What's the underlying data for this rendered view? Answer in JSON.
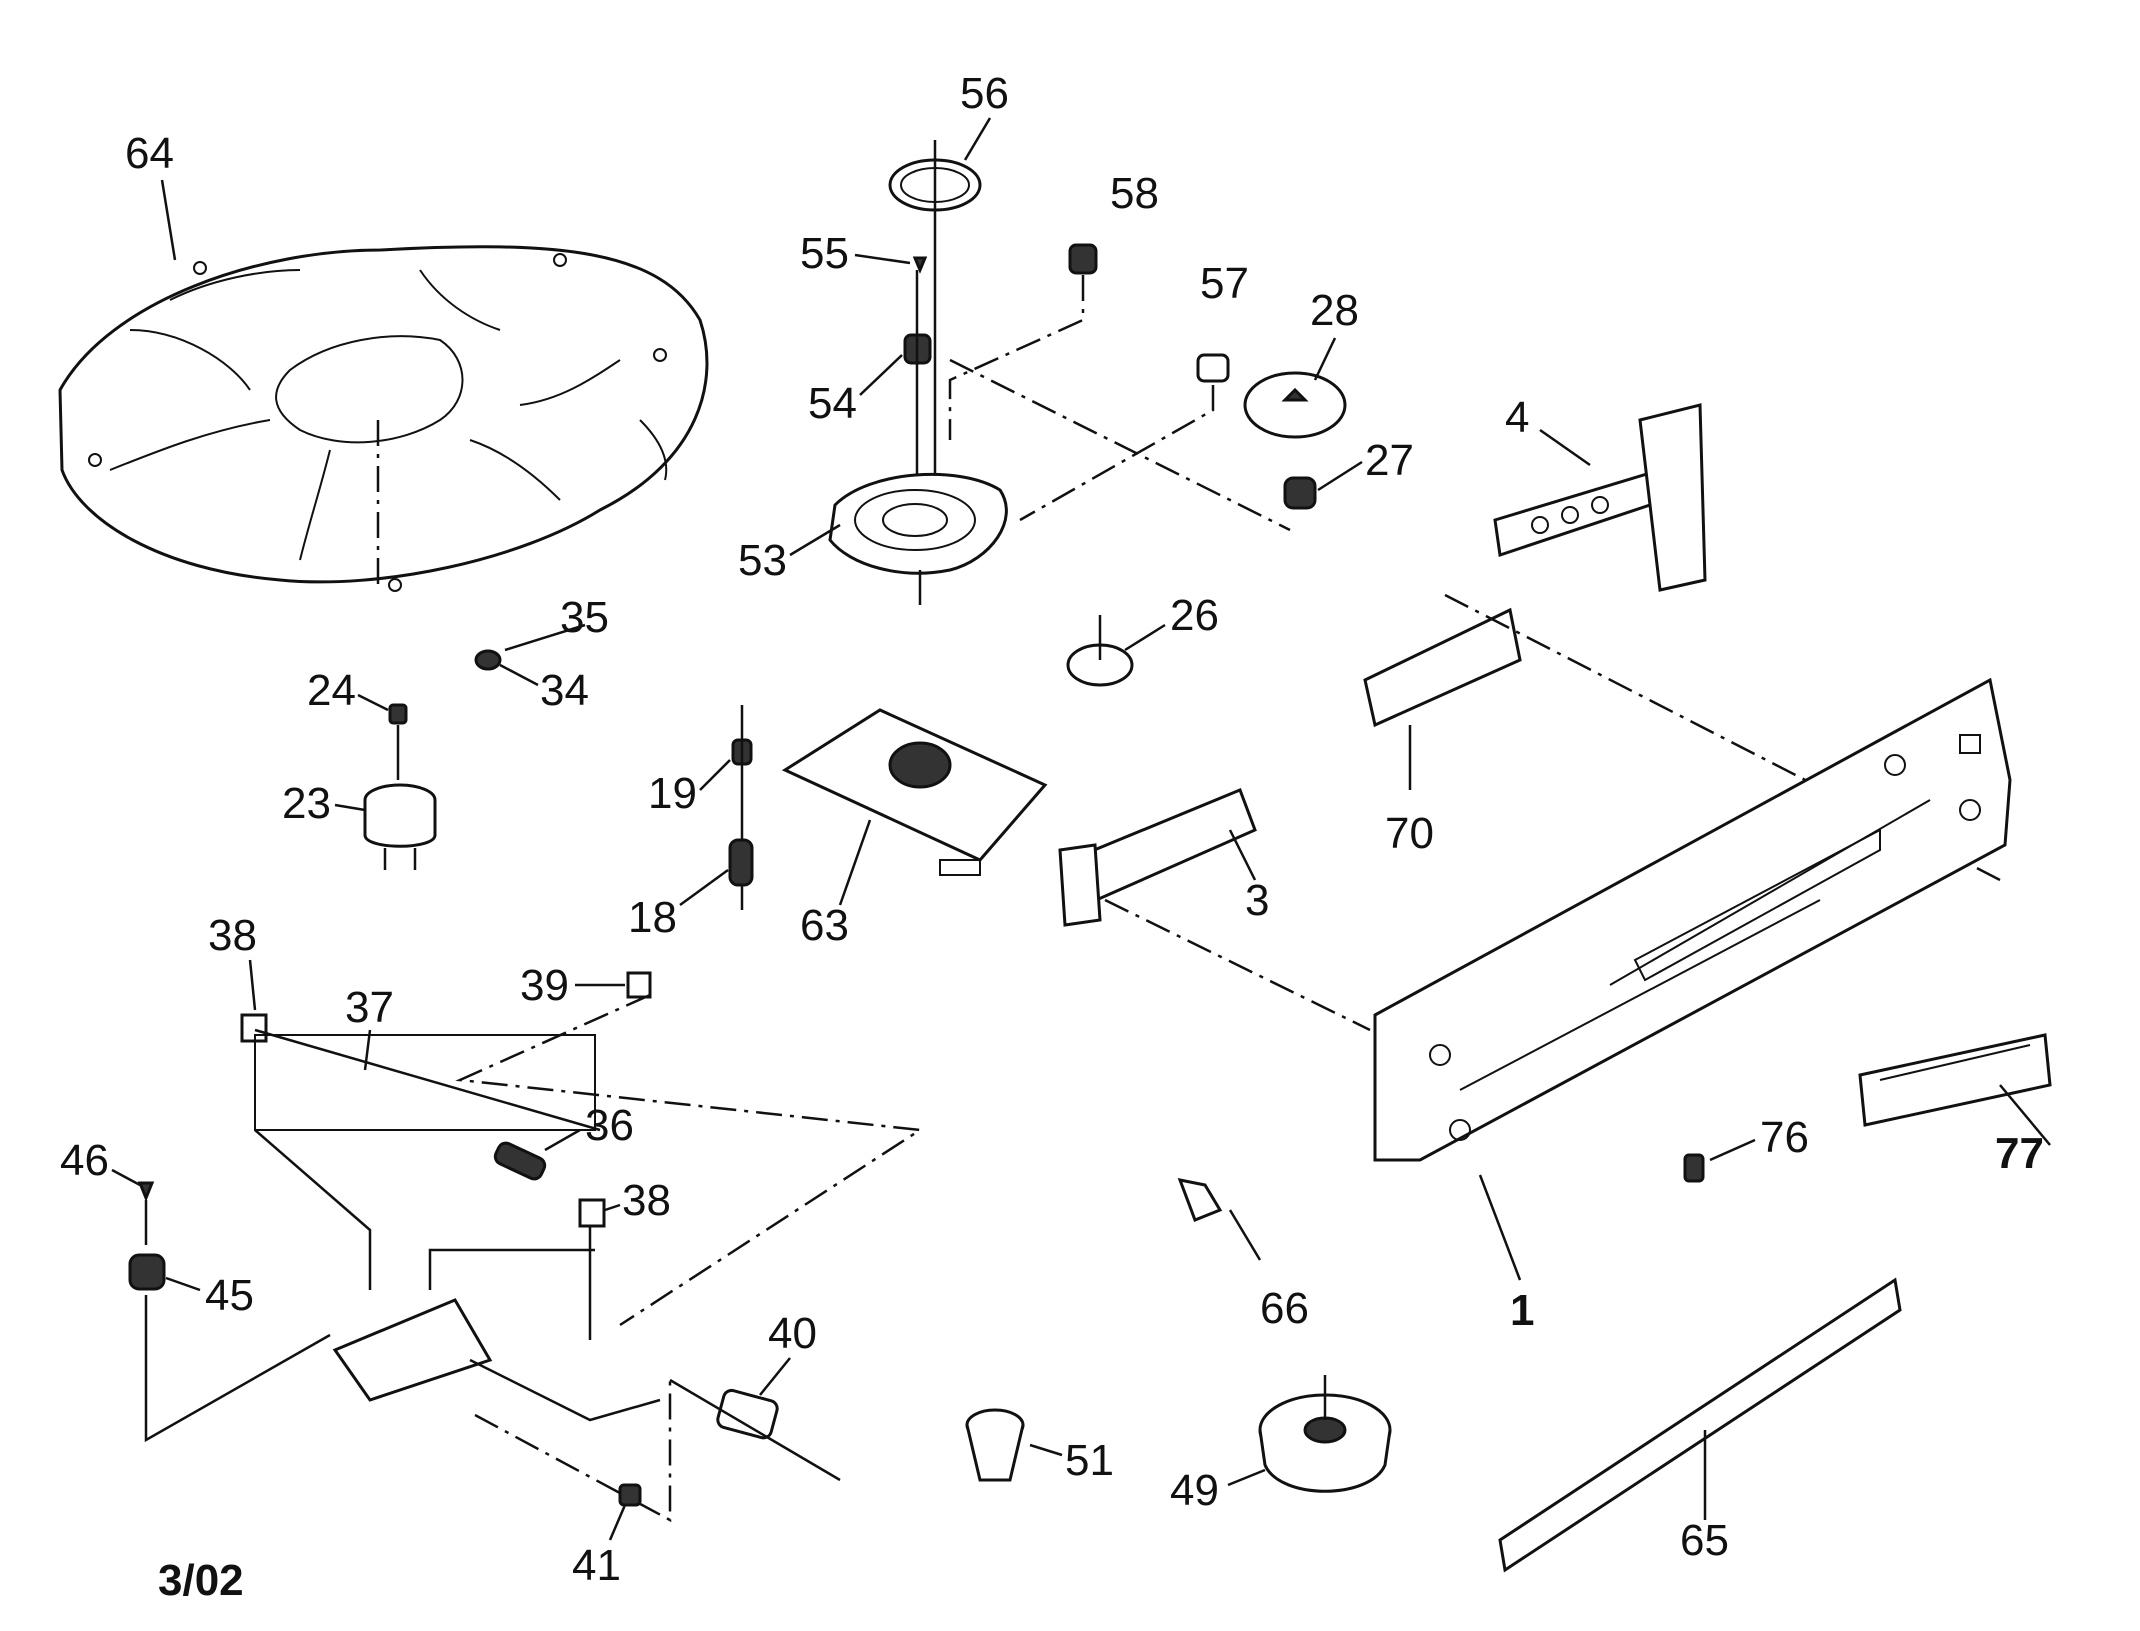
{
  "footer": {
    "date_code": "3/02"
  },
  "callouts": [
    {
      "id": "p64",
      "label": "64"
    },
    {
      "id": "p56",
      "label": "56"
    },
    {
      "id": "p55",
      "label": "55"
    },
    {
      "id": "p58",
      "label": "58"
    },
    {
      "id": "p57",
      "label": "57"
    },
    {
      "id": "p28",
      "label": "28"
    },
    {
      "id": "p54",
      "label": "54"
    },
    {
      "id": "p27",
      "label": "27"
    },
    {
      "id": "p4",
      "label": "4"
    },
    {
      "id": "p53",
      "label": "53"
    },
    {
      "id": "p26",
      "label": "26"
    },
    {
      "id": "p35",
      "label": "35"
    },
    {
      "id": "p34",
      "label": "34"
    },
    {
      "id": "p24",
      "label": "24"
    },
    {
      "id": "p23",
      "label": "23"
    },
    {
      "id": "p19",
      "label": "19"
    },
    {
      "id": "p70",
      "label": "70"
    },
    {
      "id": "p3",
      "label": "3"
    },
    {
      "id": "p18",
      "label": "18"
    },
    {
      "id": "p63",
      "label": "63"
    },
    {
      "id": "p38a",
      "label": "38"
    },
    {
      "id": "p37",
      "label": "37"
    },
    {
      "id": "p39",
      "label": "39"
    },
    {
      "id": "p36",
      "label": "36"
    },
    {
      "id": "p46",
      "label": "46"
    },
    {
      "id": "p38b",
      "label": "38"
    },
    {
      "id": "p76",
      "label": "76"
    },
    {
      "id": "p77",
      "label": "77"
    },
    {
      "id": "p45",
      "label": "45"
    },
    {
      "id": "p66",
      "label": "66"
    },
    {
      "id": "p1",
      "label": "1"
    },
    {
      "id": "p40",
      "label": "40"
    },
    {
      "id": "p51",
      "label": "51"
    },
    {
      "id": "p49",
      "label": "49"
    },
    {
      "id": "p65",
      "label": "65"
    },
    {
      "id": "p41",
      "label": "41"
    }
  ]
}
